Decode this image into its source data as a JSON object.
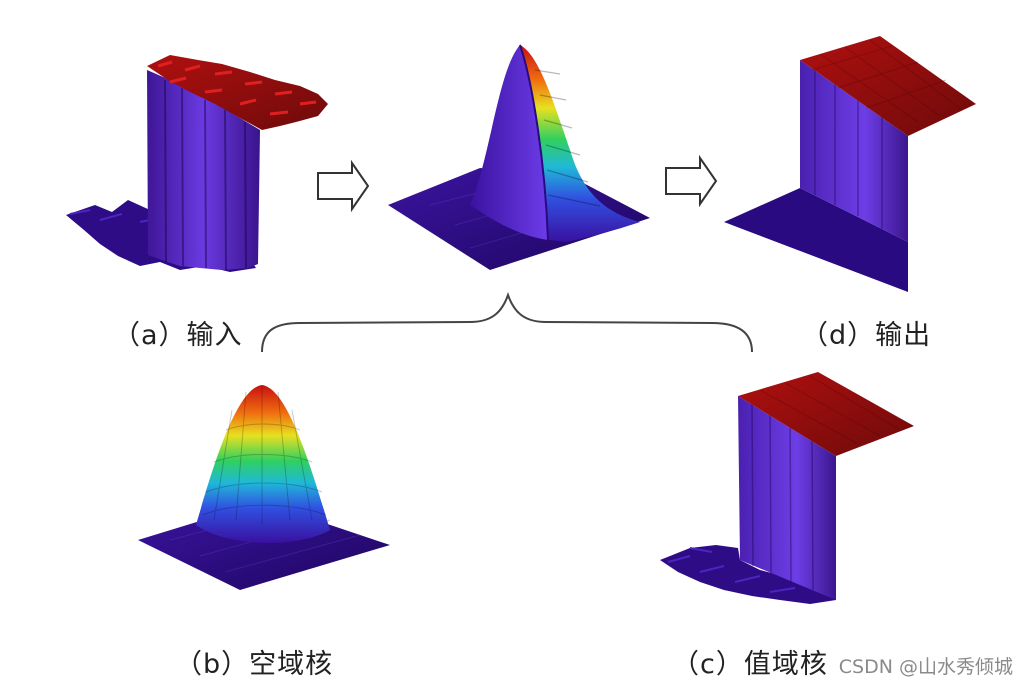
{
  "captions": {
    "input": "（a）输入",
    "spatial_kernel": "（b）空域核",
    "range_kernel": "（c）值域核",
    "output": "（d）输出"
  },
  "watermark": "CSDN @山水秀倾城",
  "colors": {
    "surface_low": "#2c0a7a",
    "surface_wall": "#5a2bc8",
    "surface_top": "#9c0f0f",
    "arrow_stroke": "#333333",
    "brace_stroke": "#444444"
  }
}
